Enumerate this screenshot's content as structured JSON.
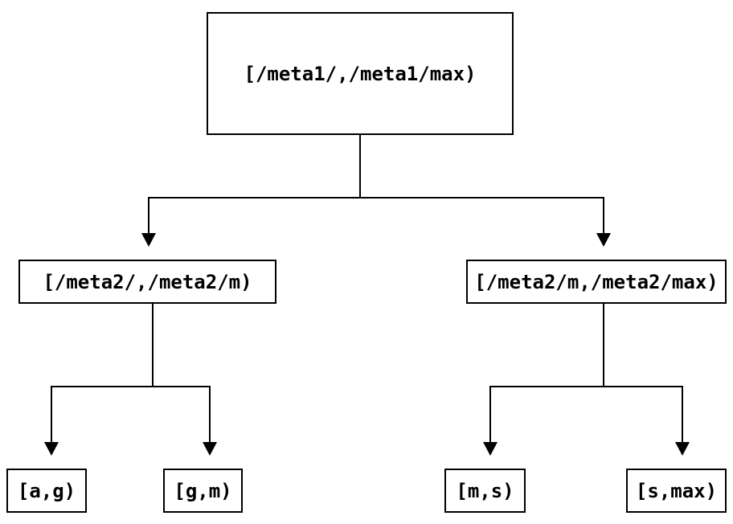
{
  "diagram": {
    "type": "tree",
    "background_color": "#ffffff",
    "line_color": "#000000",
    "text_color": "#000000",
    "nodes": {
      "root": {
        "label": "[/meta1/,/meta1/max)"
      },
      "left_child": {
        "label": "[/meta2/,/meta2/m)"
      },
      "right_child": {
        "label": "[/meta2/m,/meta2/max)"
      },
      "leaf_ag": {
        "label": "[a,g)"
      },
      "leaf_gm": {
        "label": "[g,m)"
      },
      "leaf_ms": {
        "label": "[m,s)"
      },
      "leaf_smax": {
        "label": "[s,max)"
      }
    },
    "edges": [
      {
        "from": "root",
        "to": "left_child"
      },
      {
        "from": "root",
        "to": "right_child"
      },
      {
        "from": "left_child",
        "to": "leaf_ag"
      },
      {
        "from": "left_child",
        "to": "leaf_gm"
      },
      {
        "from": "right_child",
        "to": "leaf_ms"
      },
      {
        "from": "right_child",
        "to": "leaf_smax"
      }
    ]
  }
}
